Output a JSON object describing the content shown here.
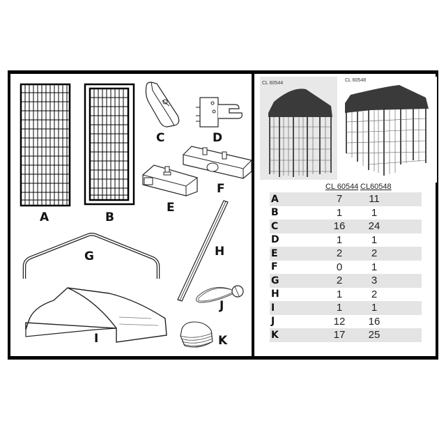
{
  "parts_diagram": {
    "labels": {
      "A": "A",
      "B": "B",
      "C": "C",
      "D": "D",
      "E": "E",
      "F": "F",
      "G": "G",
      "H": "H",
      "I": "I",
      "J": "J",
      "K": "K"
    },
    "parts": [
      {
        "id": "A",
        "depicts": "welded wire panel"
      },
      {
        "id": "B",
        "depicts": "gate panel"
      },
      {
        "id": "C",
        "depicts": "panel clamp"
      },
      {
        "id": "D",
        "depicts": "gate latch"
      },
      {
        "id": "E",
        "depicts": "end roof bracket"
      },
      {
        "id": "F",
        "depicts": "middle roof bracket"
      },
      {
        "id": "G",
        "depicts": "roof frame arch"
      },
      {
        "id": "H",
        "depicts": "roof support pole"
      },
      {
        "id": "I",
        "depicts": "roof cover"
      },
      {
        "id": "J",
        "depicts": "ball bungee"
      },
      {
        "id": "K",
        "depicts": "leg caps / cloth pieces"
      }
    ]
  },
  "photos": [
    {
      "caption": "CL 60544",
      "depicts": "small covered kennel"
    },
    {
      "caption": "CL 60548",
      "depicts": "large covered kennel"
    }
  ],
  "table": {
    "headers": [
      "",
      "CL 60544",
      "CL60548"
    ],
    "rows": [
      {
        "part": "A",
        "cl60544": "7",
        "cl60548": "11"
      },
      {
        "part": "B",
        "cl60544": "1",
        "cl60548": "1"
      },
      {
        "part": "C",
        "cl60544": "16",
        "cl60548": "24"
      },
      {
        "part": "D",
        "cl60544": "1",
        "cl60548": "1"
      },
      {
        "part": "E",
        "cl60544": "2",
        "cl60548": "2"
      },
      {
        "part": "F",
        "cl60544": "0",
        "cl60548": "1"
      },
      {
        "part": "G",
        "cl60544": "2",
        "cl60548": "3"
      },
      {
        "part": "H",
        "cl60544": "1",
        "cl60548": "2"
      },
      {
        "part": "I",
        "cl60544": "1",
        "cl60548": "1"
      },
      {
        "part": "J",
        "cl60544": "12",
        "cl60548": "16"
      },
      {
        "part": "K",
        "cl60544": "17",
        "cl60548": "25"
      }
    ]
  },
  "colors": {
    "border": "#000000",
    "row_shade": "#e4e4e4",
    "roof": "#3a3a3a"
  }
}
